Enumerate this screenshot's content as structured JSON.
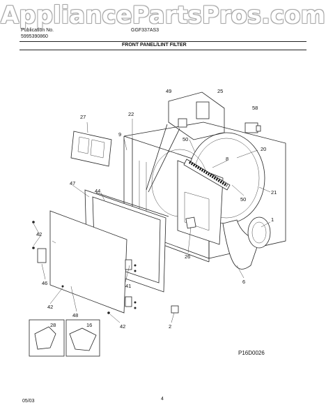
{
  "watermark": "AppliancePartsPros.com",
  "header": {
    "publication_label": "Publication No.",
    "publication_number": "5995390860",
    "model": "GGF337AS3",
    "section_title": "FRONT PANEL/LINT FILTER"
  },
  "callouts": [
    "49",
    "25",
    "58",
    "27",
    "22",
    "9",
    "50",
    "20",
    "8",
    "47",
    "44",
    "21",
    "50",
    "42",
    "1",
    "26",
    "46",
    "41",
    "6",
    "42",
    "48",
    "42",
    "2",
    "28",
    "16"
  ],
  "diagram_id": "P16D0026",
  "footer": {
    "date": "05/03",
    "page": "4"
  }
}
